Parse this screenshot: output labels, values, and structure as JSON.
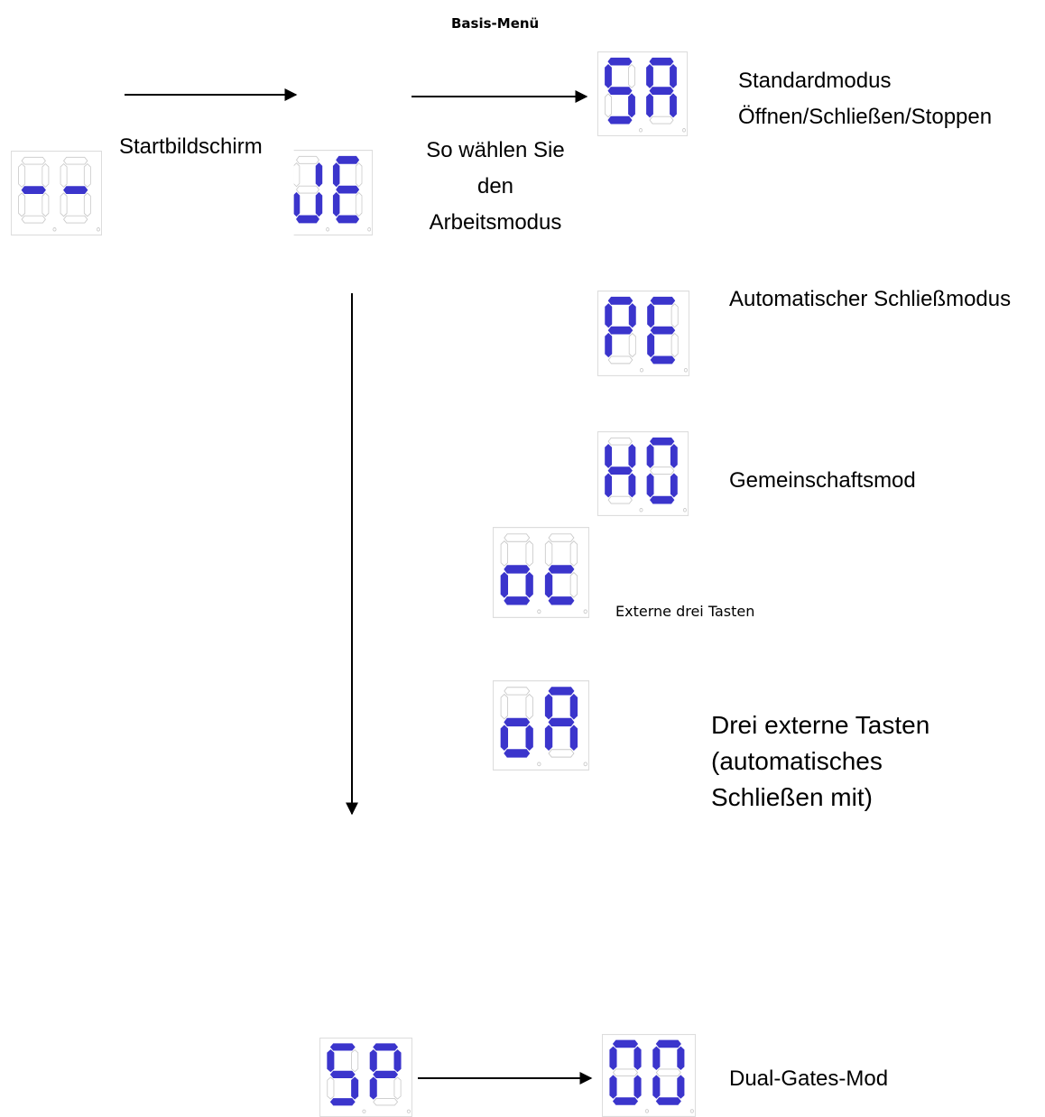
{
  "title": "Basis-Menü",
  "labels": {
    "start": "Startbildschirm",
    "select_line1": "So wählen Sie",
    "select_line2": "den",
    "select_line3": "Arbeitsmodus",
    "standard_line1": "Standardmodus",
    "standard_line2": "Öffnen/Schließen/Stoppen",
    "auto_close": "Automatischer Schließmodus",
    "community": "Gemeinschaftsmod",
    "external_three": "Externe drei Tasten",
    "three_ext_line1": "Drei externe Tasten",
    "three_ext_line2": "(automatisches",
    "three_ext_line3": "Schließen mit)",
    "dual_gates": "Dual-Gates-Mod"
  },
  "displays": {
    "start": "--",
    "select": "JE",
    "standard": "SA",
    "auto_close": "PE",
    "community": "HO",
    "external_three": "oc",
    "three_ext_auto": "oA",
    "dual_source": "SP",
    "dual_gates": "OO"
  },
  "colors": {
    "segment_on": "#3b35cc",
    "segment_off": "#c9c9c9",
    "frame": "#dddddd"
  }
}
